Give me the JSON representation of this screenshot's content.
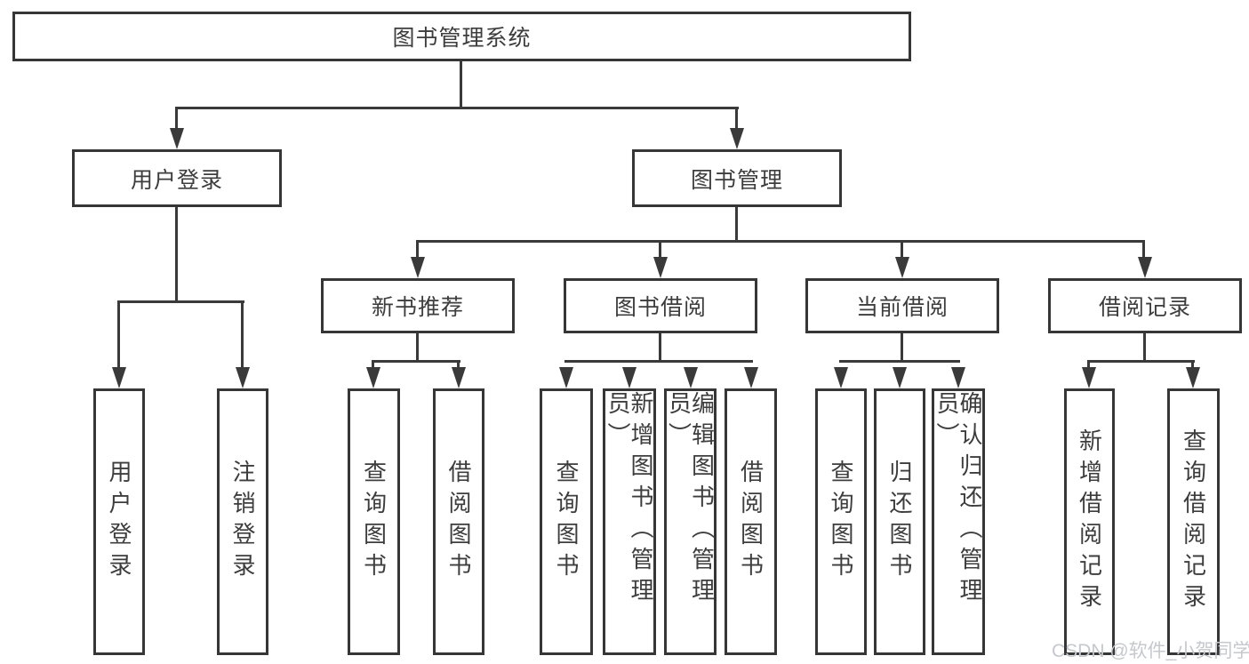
{
  "diagram": {
    "root": {
      "label": "图书管理系统",
      "children": [
        {
          "label": "用户登录",
          "children": [
            {
              "label": "用户登录"
            },
            {
              "label": "注销登录"
            }
          ]
        },
        {
          "label": "图书管理",
          "children": [
            {
              "label": "新书推荐",
              "children": [
                {
                  "label": "查询图书"
                },
                {
                  "label": "借阅图书"
                }
              ]
            },
            {
              "label": "图书借阅",
              "children": [
                {
                  "label": "查询图书"
                },
                {
                  "label": "新增图书（管理员）"
                },
                {
                  "label": "编辑图书（管理员）"
                },
                {
                  "label": "借阅图书"
                }
              ]
            },
            {
              "label": "当前借阅",
              "children": [
                {
                  "label": "查询图书"
                },
                {
                  "label": "归还图书"
                },
                {
                  "label": "确认归还（管理员）"
                }
              ]
            },
            {
              "label": "借阅记录",
              "children": [
                {
                  "label": "新增借阅记录"
                },
                {
                  "label": "查询借阅记录"
                }
              ]
            }
          ]
        }
      ]
    },
    "watermark": "CSDN @软件_小贺同学",
    "colors": {
      "line": "#3a3a3a",
      "border": "#363636",
      "text": "#3d3d3d",
      "background": "#ffffff",
      "watermark": "#c5c8ce"
    }
  }
}
